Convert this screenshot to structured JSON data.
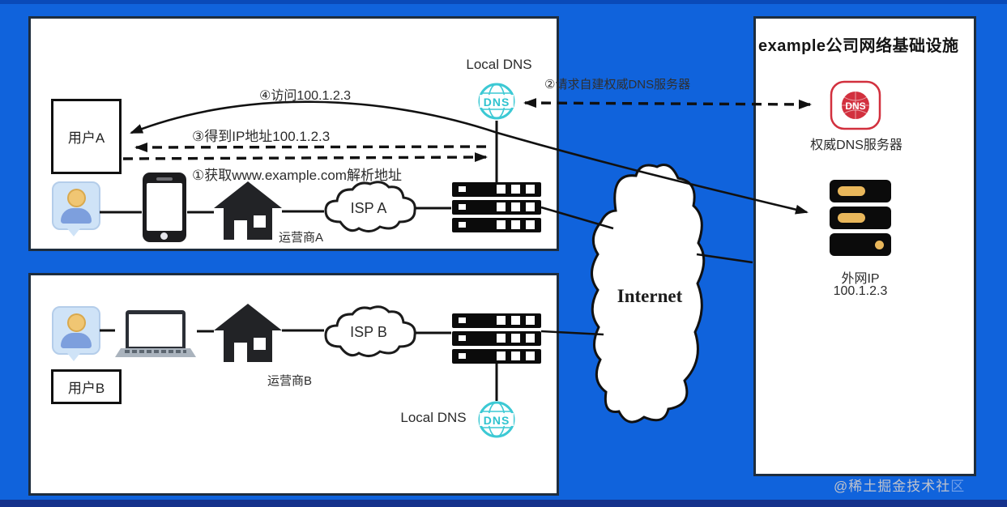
{
  "colors": {
    "background": "#1063dc",
    "panel_border": "#1e2d3d",
    "dns_cyan": "#3cc9d4",
    "dns_red": "#d2303e",
    "server_yellow": "#e9b75b"
  },
  "user_a_panel": {
    "user_box_label": "用户A",
    "carrier_label": "运营商A",
    "isp_cloud_label": "ISP A",
    "local_dns_label": "Local DNS",
    "dns_badge_text": "DNS"
  },
  "user_b_panel": {
    "user_box_label": "用户B",
    "carrier_label": "运营商B",
    "isp_cloud_label": "ISP B",
    "local_dns_label": "Local DNS",
    "dns_badge_text": "DNS"
  },
  "company_panel": {
    "title": "example公司网络基础设施",
    "authoritative_dns_label": "权威DNS服务器",
    "dns_badge_text": "DNS",
    "public_ip_title": "外网IP",
    "public_ip_value": "100.1.2.3"
  },
  "internet_cloud_label": "Internet",
  "steps": {
    "step1_label": "①获取www.example.com解析地址",
    "step2_label": "②请求自建权威DNS服务器",
    "step3_label": "③得到IP地址100.1.2.3",
    "step4_label": "④访问100.1.2.3"
  },
  "watermark": {
    "prefix": "@稀土掘金技术社",
    "highlight": "区"
  }
}
